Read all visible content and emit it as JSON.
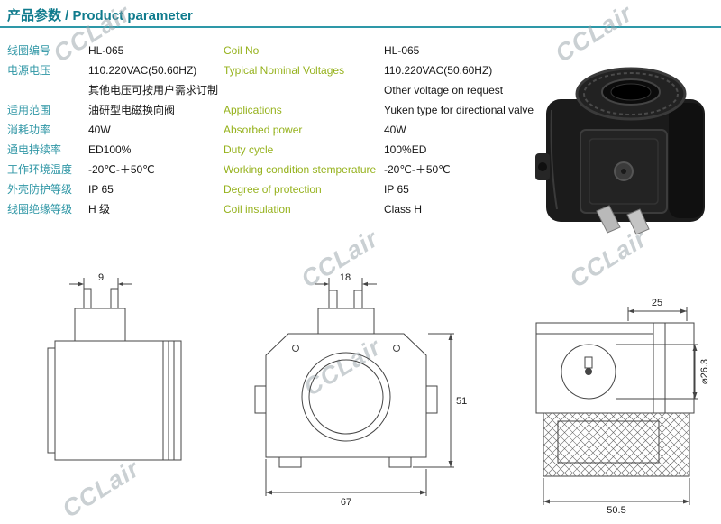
{
  "page": {
    "title": "产品参数 / Product parameter"
  },
  "watermark": {
    "text": "CCLair"
  },
  "colors": {
    "title_teal": "#0f7b8d",
    "label_teal": "#2e96a5",
    "label_green": "#96b21d",
    "rule_teal": "#2e98a8",
    "value_text": "#161616",
    "watermark_gray": "#96a2a8"
  },
  "table": {
    "rows": [
      {
        "cn": "线圈编号",
        "cn_value": "HL-065",
        "en": "Coil No",
        "en_value": "HL-065"
      },
      {
        "cn": "电源电压",
        "cn_value": "110.220VAC(50.60HZ)",
        "en": "Typical Nominal Voltages",
        "en_value": "110.220VAC(50.60HZ)"
      },
      {
        "cn": "",
        "cn_value": "其他电压可按用户需求订制",
        "en": "",
        "en_value": "Other voltage on request"
      },
      {
        "cn": "适用范围",
        "cn_value": "油研型电磁换向阀",
        "en": "Applications",
        "en_value": "Yuken type for directional valve"
      },
      {
        "cn": "消耗功率",
        "cn_value": "40W",
        "en": "Absorbed power",
        "en_value": "40W"
      },
      {
        "cn": "通电持续率",
        "cn_value": "ED100%",
        "en": "Duty cycle",
        "en_value": "100%ED"
      },
      {
        "cn": "工作环境温度",
        "cn_value": "-20℃-＋50℃",
        "en": "Working condition stemperature",
        "en_value": "-20℃-＋50℃"
      },
      {
        "cn": "外壳防护等级",
        "cn_value": "IP 65",
        "en": "Degree of protection",
        "en_value": "IP 65"
      },
      {
        "cn": "线圈绝缘等级",
        "cn_value": "H 级",
        "en": "Coil insulation",
        "en_value": "Class H"
      }
    ]
  },
  "drawings": {
    "pin_width": "9",
    "pin_spacing": "18",
    "body_height": "51",
    "body_width": "67",
    "connector_depth": "25",
    "bore_diameter": "⌀26.3",
    "body_depth": "50.5"
  }
}
